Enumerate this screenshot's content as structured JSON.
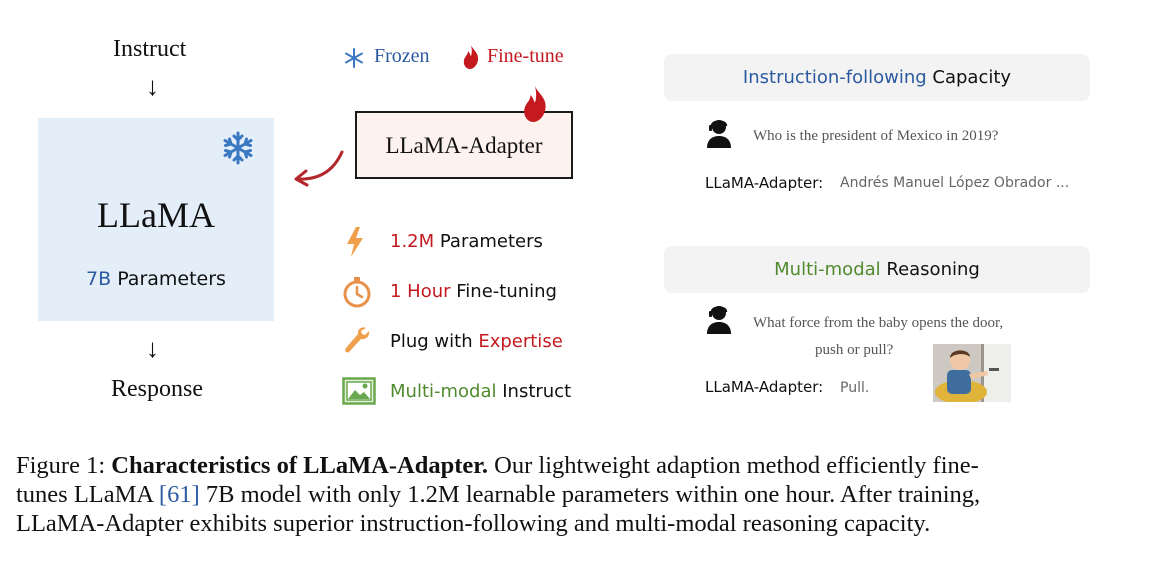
{
  "left_flow": {
    "instruct": "Instruct",
    "response": "Response",
    "arrow": "↓",
    "llama_title": "LLaMA",
    "params_num": "7B",
    "params_label": " Parameters"
  },
  "legend": {
    "frozen": "Frozen",
    "finetune": "Fine-tune"
  },
  "adapter": {
    "label": "LLaMA-Adapter"
  },
  "features": {
    "f1_highlight": "1.2M",
    "f1_rest": " Parameters",
    "f2_highlight": "1 Hour",
    "f2_rest": " Fine-tuning",
    "f3_start": "Plug with ",
    "f3_highlight": "Expertise",
    "f4_highlight": "Multi-modal",
    "f4_rest": " Instruct"
  },
  "panel1": {
    "head_highlight": "Instruction-following",
    "head_rest": " Capacity",
    "question": "Who is the president of Mexico in 2019?",
    "answer_label": "LLaMA-Adapter:",
    "answer": "Andrés Manuel López Obrador ..."
  },
  "panel2": {
    "head_highlight": "Multi-modal",
    "head_rest": " Reasoning",
    "question_line1": "What force from the baby opens the door,",
    "question_line2": "push or pull?",
    "answer_label": "LLaMA-Adapter:",
    "answer": "Pull."
  },
  "caption": {
    "prefix": "Figure 1: ",
    "title": "Characteristics of LLaMA-Adapter.",
    "line1_rest": " Our lightweight adaption method efficiently fine-",
    "line2_a": "tunes LLaMA ",
    "ref": "[61]",
    "line2_b": " 7B model with only 1.2M learnable parameters within one hour. After training,",
    "line3": "LLaMA-Adapter exhibits superior instruction-following and multi-modal reasoning capacity."
  },
  "colors": {
    "blue": "#2c5aa0",
    "red": "#c4191f",
    "green": "#4f8b2e",
    "llama_box": "#e3eef9",
    "adapter_box": "#fdf2ee",
    "panel": "#f3f3f3"
  },
  "icons": [
    "snowflake-icon",
    "flame-icon",
    "lightning-icon",
    "stopwatch-icon",
    "wrench-icon",
    "image-icon",
    "user-icon",
    "curved-arrow-icon"
  ]
}
